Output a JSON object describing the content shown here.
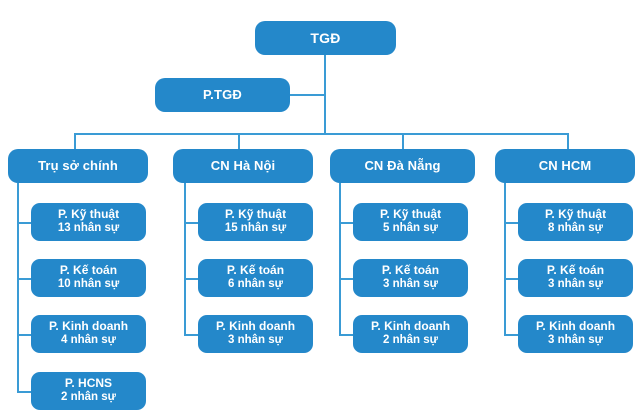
{
  "chart_data": {
    "type": "diagram",
    "title": "",
    "diagram_kind": "organization-chart",
    "orientation": "top-down",
    "accent_color": "#2488ca",
    "line_color": "#3a9bd5",
    "background_color": "#ffffff",
    "levels": 3
  },
  "org": {
    "ceo": {
      "label": "TGĐ"
    },
    "deputy": {
      "label": "P.TGĐ"
    },
    "branches": [
      {
        "label": "Trụ sở chính",
        "departments": [
          {
            "name": "P. Kỹ thuật",
            "headcount": "13 nhân sự"
          },
          {
            "name": "P. Kế toán",
            "headcount": "10 nhân sự"
          },
          {
            "name": "P. Kinh doanh",
            "headcount": "4 nhân sự"
          },
          {
            "name": "P. HCNS",
            "headcount": "2 nhân sự"
          }
        ]
      },
      {
        "label": "CN Hà Nội",
        "departments": [
          {
            "name": "P. Kỹ thuật",
            "headcount": "15 nhân sự"
          },
          {
            "name": "P. Kế toán",
            "headcount": "6 nhân sự"
          },
          {
            "name": "P. Kinh doanh",
            "headcount": "3 nhân sự"
          }
        ]
      },
      {
        "label": "CN Đà Nẵng",
        "departments": [
          {
            "name": "P. Kỹ thuật",
            "headcount": "5 nhân sự"
          },
          {
            "name": "P. Kế toán",
            "headcount": "3 nhân sự"
          },
          {
            "name": "P. Kinh doanh",
            "headcount": "2 nhân sự"
          }
        ]
      },
      {
        "label": "CN HCM",
        "departments": [
          {
            "name": "P. Kỹ thuật",
            "headcount": "8 nhân sự"
          },
          {
            "name": "P. Kế toán",
            "headcount": "3 nhân sự"
          },
          {
            "name": "P. Kinh doanh",
            "headcount": "3 nhân sự"
          }
        ]
      }
    ]
  }
}
